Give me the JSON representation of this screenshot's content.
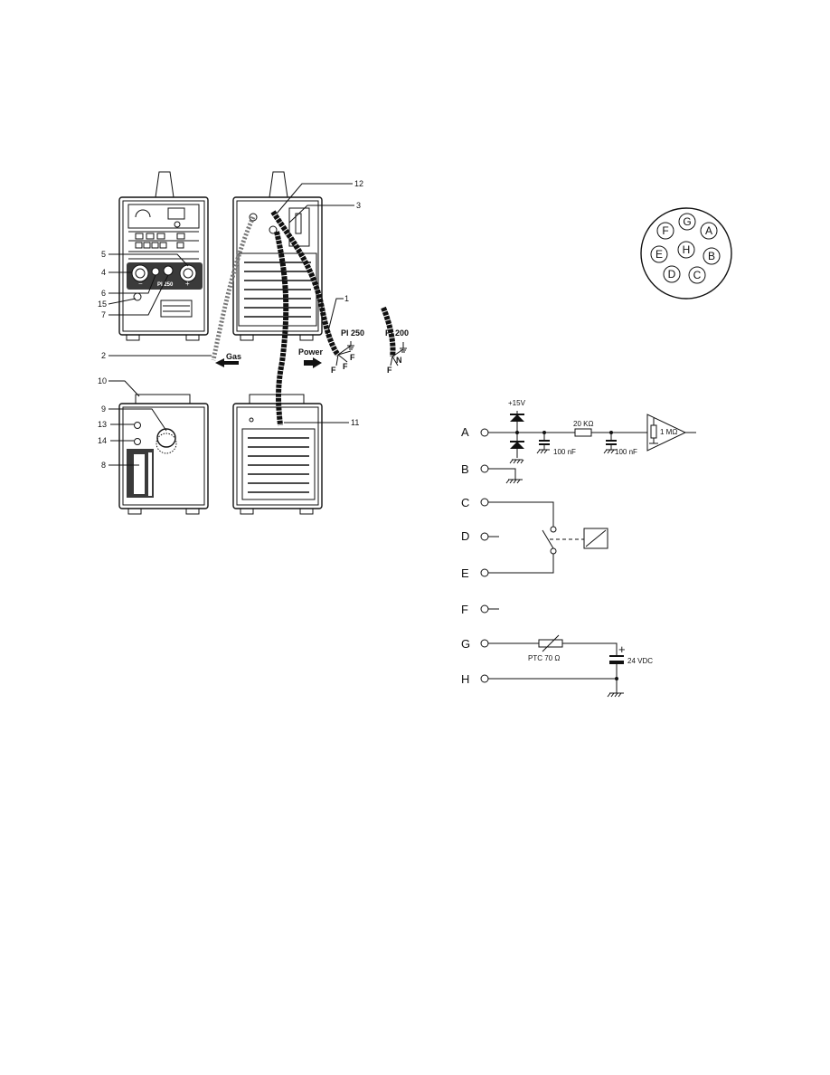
{
  "callouts": {
    "c1": "1",
    "c2": "2",
    "c3": "3",
    "c4": "4",
    "c5": "5",
    "c6": "6",
    "c7": "7",
    "c8": "8",
    "c9": "9",
    "c10": "10",
    "c11": "11",
    "c12": "12",
    "c13": "13",
    "c14": "14",
    "c15": "15"
  },
  "labels": {
    "gas": "Gas",
    "power": "Power",
    "pi250": "PI 250",
    "pi200": "PI 200",
    "panel_model": "PI 250",
    "plug_f1": "F",
    "plug_f2": "F",
    "plug_f3": "F",
    "plug_n": "N",
    "plug_f4": "F"
  },
  "connector_pins": [
    "F",
    "G",
    "A",
    "E",
    "H",
    "B",
    "D",
    "C"
  ],
  "schematic": {
    "pins": [
      "A",
      "B",
      "C",
      "D",
      "E",
      "F",
      "G",
      "H"
    ],
    "v15": "+15V",
    "r20k": "20 KΩ",
    "c100a": "100 nF",
    "c100b": "100 nF",
    "r1m": "1 MΩ",
    "ptc": "PTC 70 Ω",
    "vdc": "24 VDC",
    "plus": "+"
  }
}
